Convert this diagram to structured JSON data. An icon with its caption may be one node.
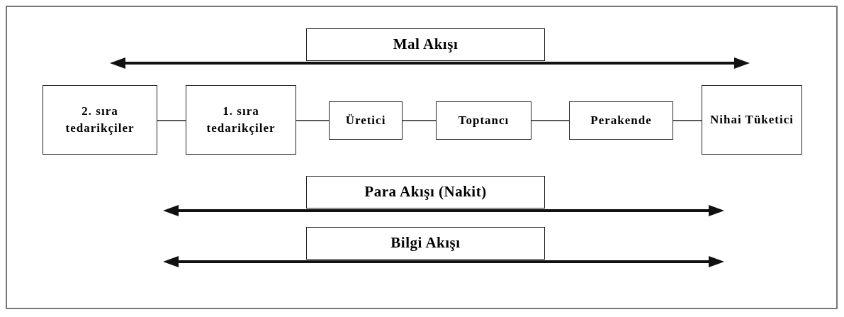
{
  "diagram": {
    "nodes": [
      {
        "text": [
          "Mal Akışı"
        ]
      },
      {
        "text": [
          "2. sıra tedarikçiler"
        ]
      },
      {
        "text": [
          "1. sıra tedarikçiler"
        ]
      },
      {
        "text": [
          "Üretici"
        ]
      },
      {
        "text": [
          "Toptancı"
        ]
      },
      {
        "text": [
          "Perakende"
        ]
      },
      {
        "text": [
          "Nihai Tüketici"
        ]
      },
      {
        "text": [
          "Para Akışı (Nakit)"
        ]
      },
      {
        "text": [
          "Bilgi Akışı"
        ]
      }
    ],
    "edges": [
      {
        "from": 1,
        "to": 2,
        "arrow": "none"
      },
      {
        "from": 2,
        "to": 3,
        "arrow": "none"
      },
      {
        "from": 3,
        "to": 4,
        "arrow": "none"
      },
      {
        "from": 4,
        "to": 5,
        "arrow": "none"
      },
      {
        "from": 5,
        "to": 6,
        "arrow": "none"
      }
    ]
  }
}
